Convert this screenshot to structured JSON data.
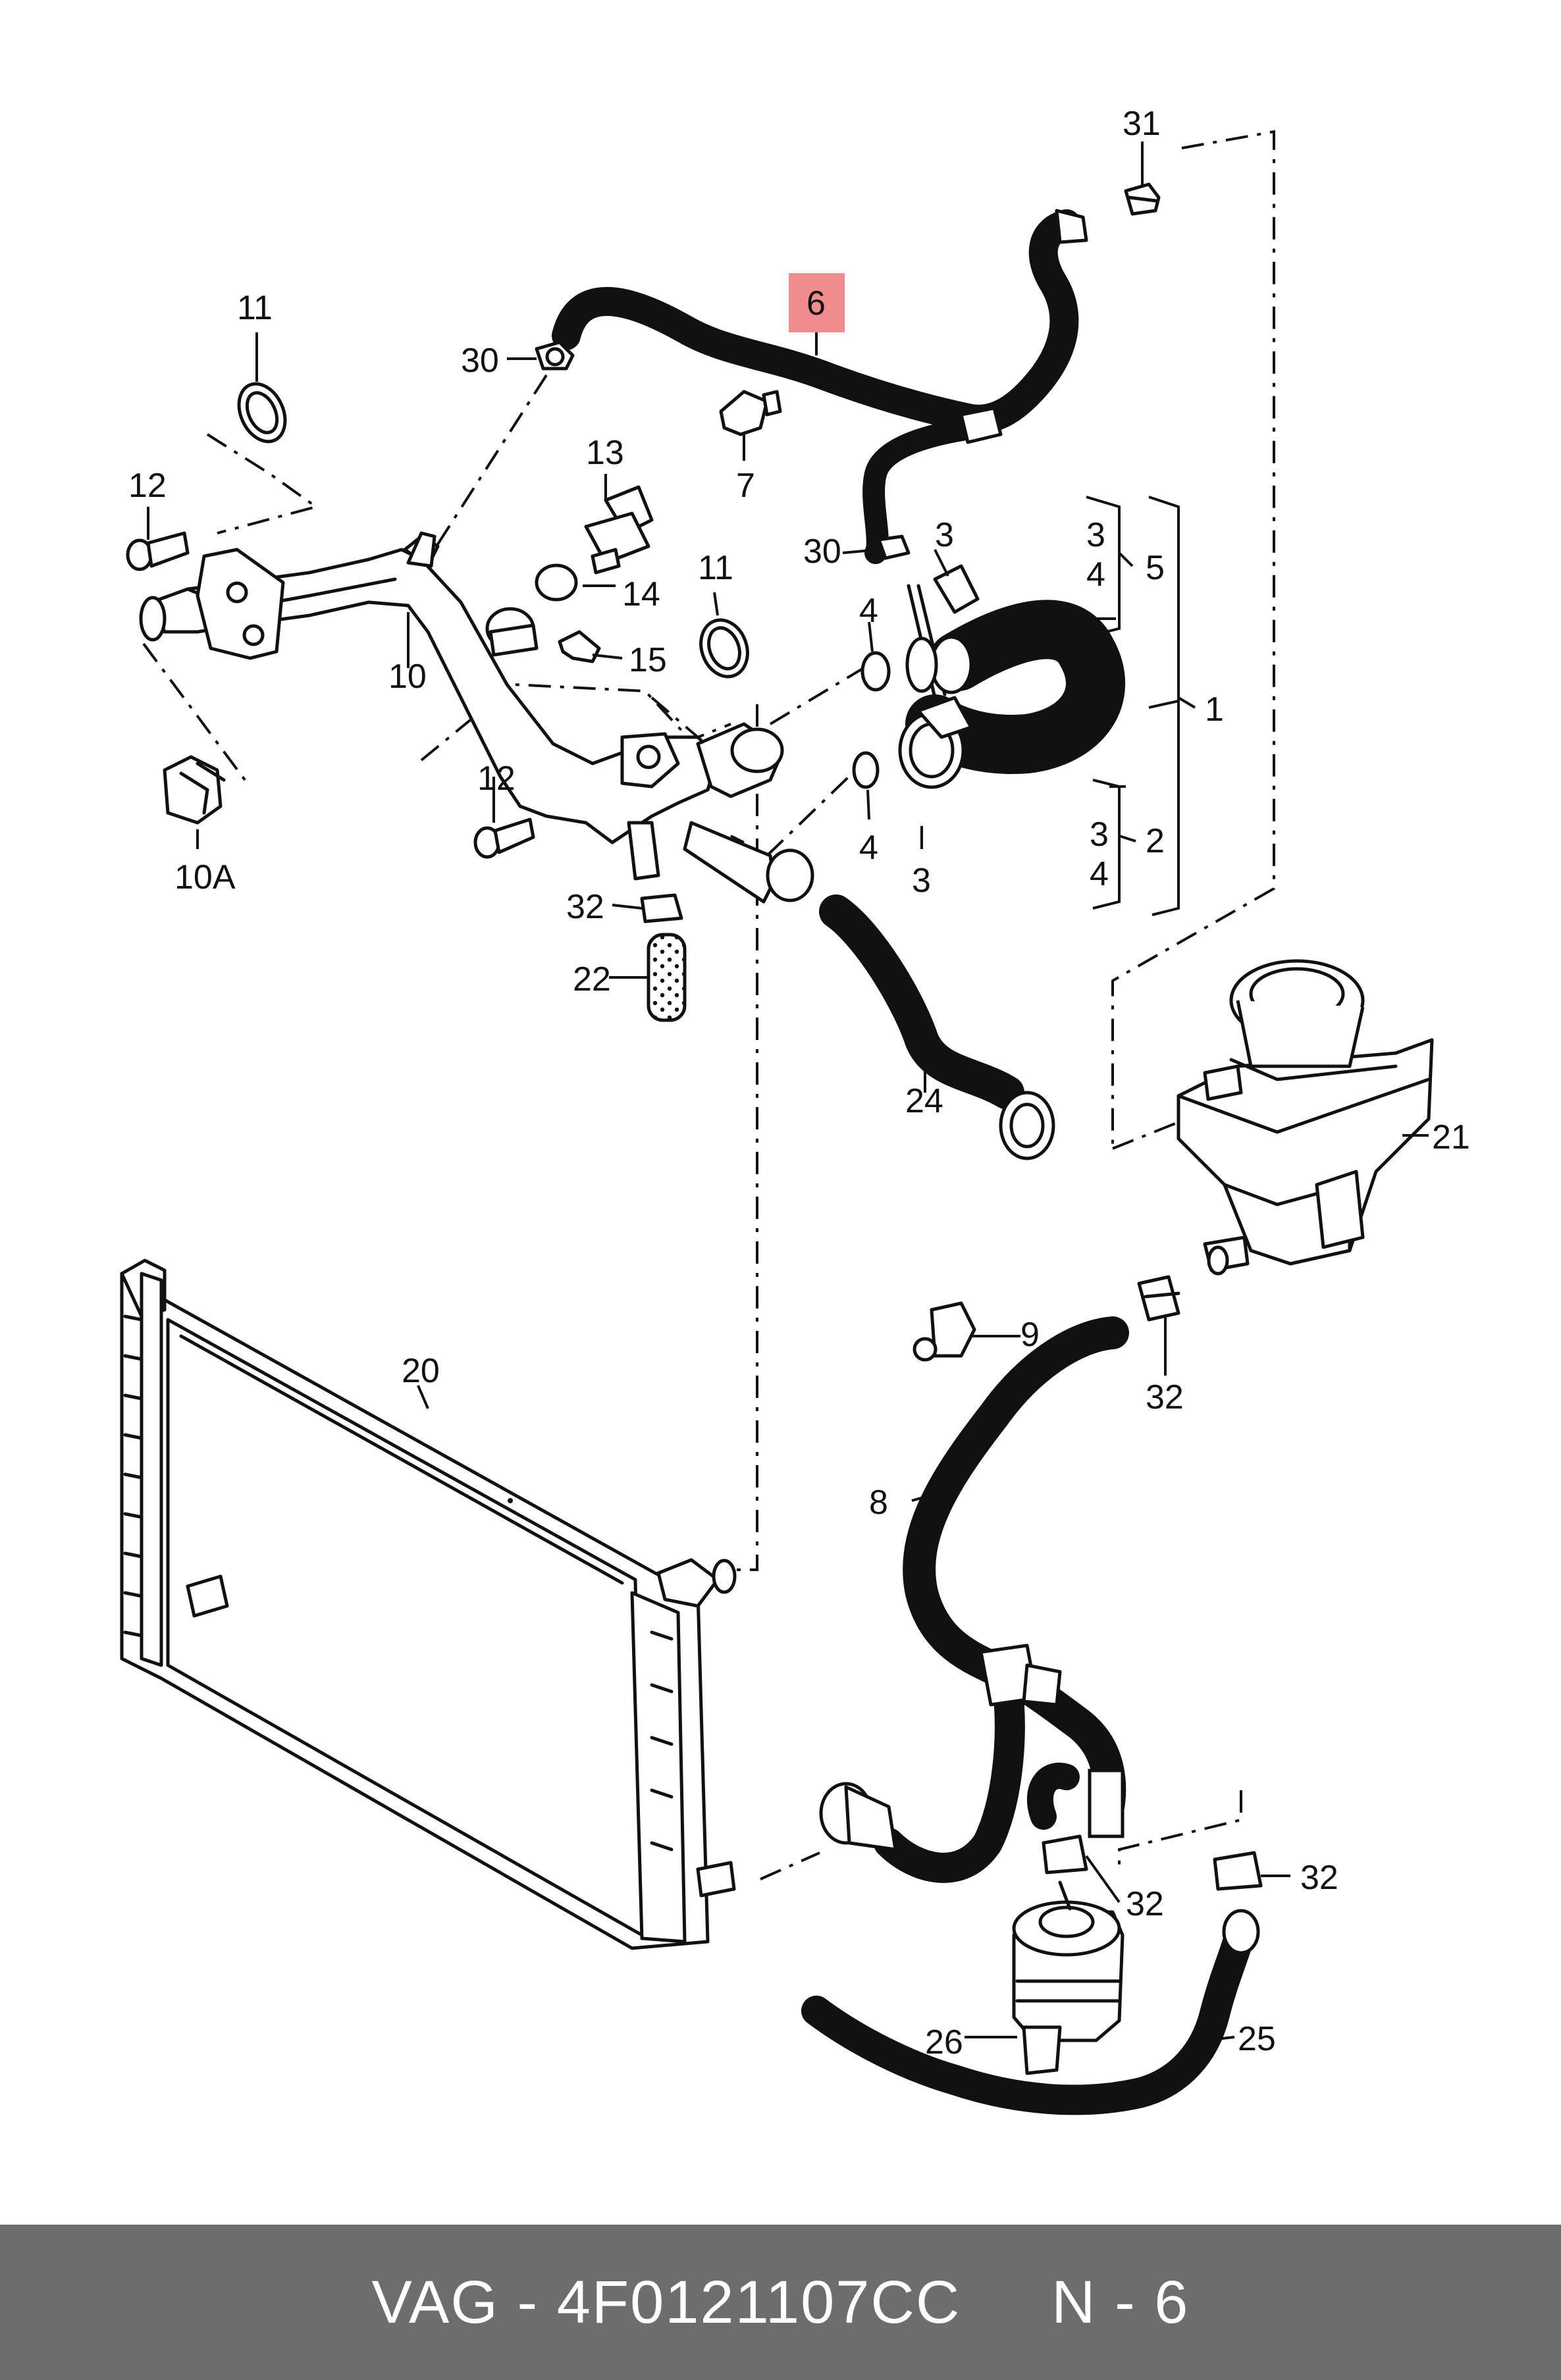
{
  "callouts": {
    "c1": "1",
    "c2": "2",
    "c3a": "3",
    "c3b": "3",
    "c3c": "3",
    "c3d": "3",
    "c4a": "4",
    "c4b": "4",
    "c4c": "4",
    "c4d": "4",
    "c5": "5",
    "c6": "6",
    "c7": "7",
    "c8": "8",
    "c9": "9",
    "c10": "10",
    "c10a": "10A",
    "c11a": "11",
    "c11b": "11",
    "c12a": "12",
    "c12b": "12",
    "c13": "13",
    "c14": "14",
    "c15": "15",
    "c20": "20",
    "c21": "21",
    "c22": "22",
    "c24": "24",
    "c25": "25",
    "c26": "26",
    "c30a": "30",
    "c30b": "30",
    "c31": "31",
    "c32a": "32",
    "c32b": "32",
    "c32c": "32",
    "c32d": "32"
  },
  "highlighted_part": "6",
  "highlight_color": "#f08c8c",
  "footer": {
    "text": "VAG - 4F0121107CC     N - 6",
    "background": "#6d6d6d",
    "color": "#ffffff"
  }
}
